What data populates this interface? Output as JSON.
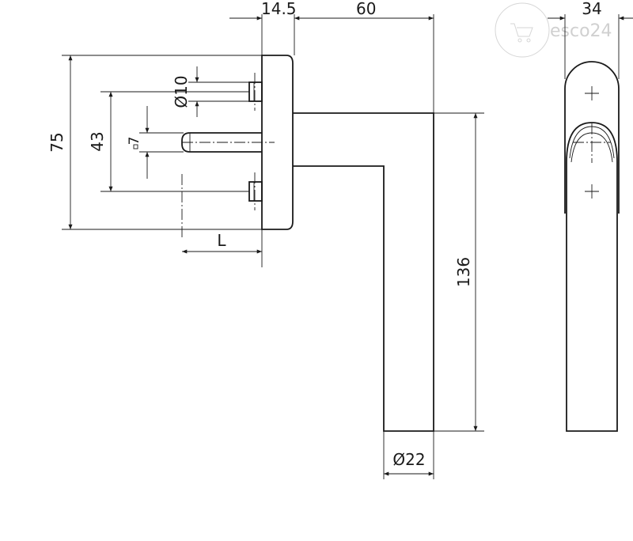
{
  "dimensions": {
    "rose_thickness": "14.5",
    "projection": "60",
    "width_side": "34",
    "rose_height": "75",
    "screw_spacing": "43",
    "spindle_square": "7",
    "screw_diameter": "Ø10",
    "spindle_length": "L",
    "lever_length": "136",
    "grip_diameter": "Ø22"
  },
  "watermark": {
    "text": "esco24"
  },
  "colors": {
    "ink": "#1a1a1a",
    "watermark": "#d0d0d0"
  }
}
